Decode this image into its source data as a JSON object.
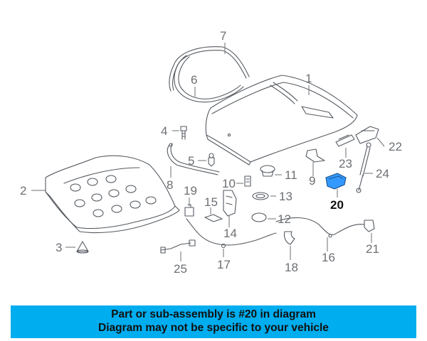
{
  "diagram": {
    "highlight_color": "#3399ff",
    "line_color": "#555a60",
    "callouts": [
      {
        "id": "1",
        "label": "1"
      },
      {
        "id": "2",
        "label": "2"
      },
      {
        "id": "3",
        "label": "3"
      },
      {
        "id": "4",
        "label": "4"
      },
      {
        "id": "5",
        "label": "5"
      },
      {
        "id": "6",
        "label": "6"
      },
      {
        "id": "7",
        "label": "7"
      },
      {
        "id": "8",
        "label": "8"
      },
      {
        "id": "9",
        "label": "9"
      },
      {
        "id": "10",
        "label": "10"
      },
      {
        "id": "11",
        "label": "11"
      },
      {
        "id": "12",
        "label": "12"
      },
      {
        "id": "13",
        "label": "13"
      },
      {
        "id": "14",
        "label": "14"
      },
      {
        "id": "15",
        "label": "15"
      },
      {
        "id": "16",
        "label": "16"
      },
      {
        "id": "17",
        "label": "17"
      },
      {
        "id": "18",
        "label": "18"
      },
      {
        "id": "19",
        "label": "19"
      },
      {
        "id": "20",
        "label": "20",
        "highlighted": true
      },
      {
        "id": "21",
        "label": "21"
      },
      {
        "id": "22",
        "label": "22"
      },
      {
        "id": "23",
        "label": "23"
      },
      {
        "id": "24",
        "label": "24"
      },
      {
        "id": "25",
        "label": "25"
      }
    ]
  },
  "banner": {
    "line1": "Part or sub-assembly is #20 in diagram",
    "line2": "Diagram may not be specific to your vehicle",
    "background": "#00adef"
  }
}
